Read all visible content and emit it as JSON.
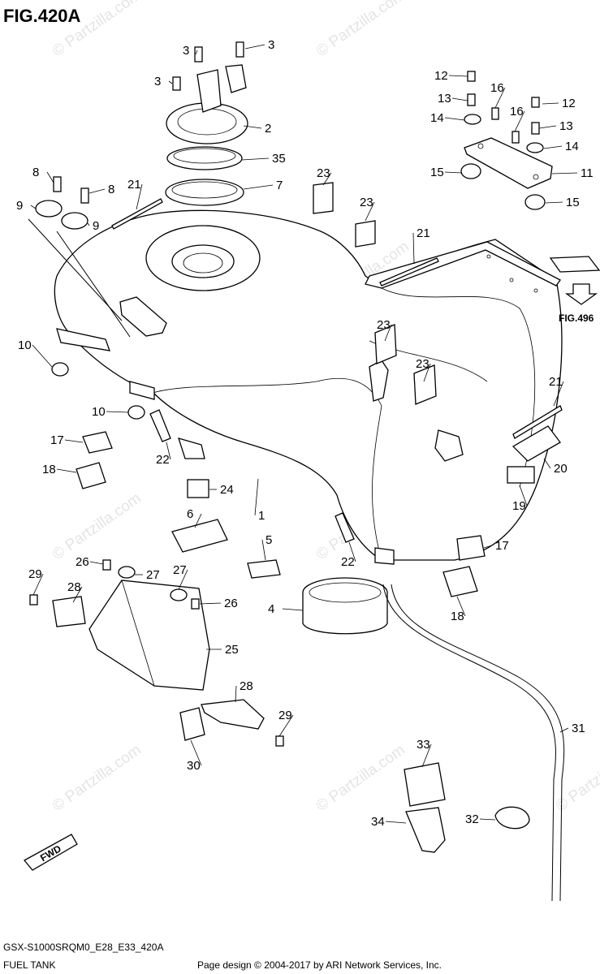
{
  "title": "FIG.420A",
  "figure_reference": "FIG.496",
  "model_code": "GSX-S1000SRQM0_E28_E33_420A",
  "section_name": "FUEL TANK",
  "copyright": "Page design © 2004-2017 by ARI Network Services, Inc.",
  "watermark": "© Partzilla.com",
  "fwd_label": "FWD",
  "callouts": [
    "1",
    "2",
    "3",
    "3",
    "3",
    "4",
    "5",
    "6",
    "7",
    "8",
    "8",
    "9",
    "9",
    "10",
    "10",
    "11",
    "12",
    "12",
    "13",
    "13",
    "14",
    "14",
    "15",
    "15",
    "16",
    "16",
    "17",
    "17",
    "18",
    "18",
    "19",
    "20",
    "21",
    "21",
    "21",
    "22",
    "22",
    "23",
    "23",
    "23",
    "23",
    "24",
    "25",
    "26",
    "26",
    "27",
    "27",
    "28",
    "28",
    "29",
    "29",
    "30",
    "31",
    "32",
    "33",
    "34",
    "35"
  ]
}
